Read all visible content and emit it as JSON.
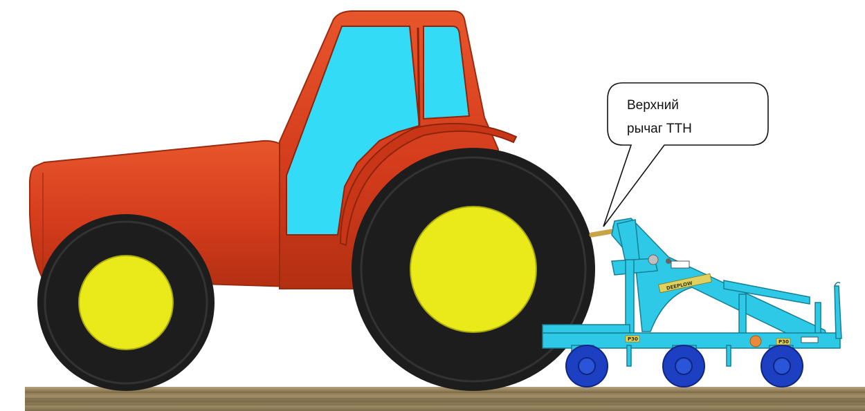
{
  "callout": {
    "line1": "Верхний",
    "line2": "рычаг ТТН"
  },
  "decals": {
    "brand": "DEEPLOW",
    "tag_a": "P30",
    "tag_b": "P30"
  },
  "icons": {
    "tractor": "tractor-icon",
    "implement": "cultivator-implement-icon",
    "ground": "soil-ground-icon"
  },
  "colors": {
    "tractor_body": "#d63c1e",
    "tractor_body_shade": "#a92a10",
    "cab_glass": "#33dbf7",
    "tire": "#1d1d1d",
    "rim": "#eaea1a",
    "implement_frame": "#2ec9e6",
    "implement_wheels": "#1d3fc2",
    "ground": "#8e7a55"
  }
}
